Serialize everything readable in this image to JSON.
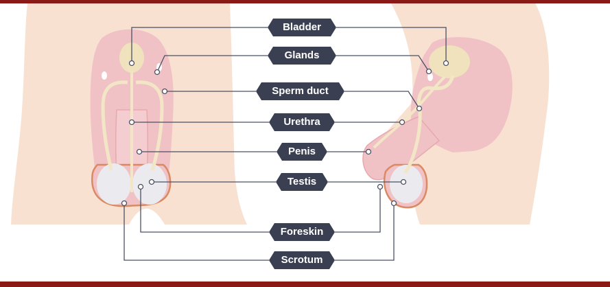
{
  "labels": {
    "bladder": "Bladder",
    "glands": "Glands",
    "sperm_duct": "Sperm duct",
    "urethra": "Urethra",
    "penis": "Penis",
    "testis": "Testis",
    "foreskin": "Foreskin",
    "scrotum": "Scrotum"
  },
  "colors": {
    "frame": "#8b1a16",
    "skin": "#f8e1d1",
    "tissue": "#f0c2c6",
    "bladder_fill": "#efe2bc",
    "testis_fill": "#ebebef",
    "scrotum_edge": "#d98a62",
    "leader_line": "#4a5063",
    "label_bg": "#3a3f52",
    "label_text": "#ffffff"
  }
}
